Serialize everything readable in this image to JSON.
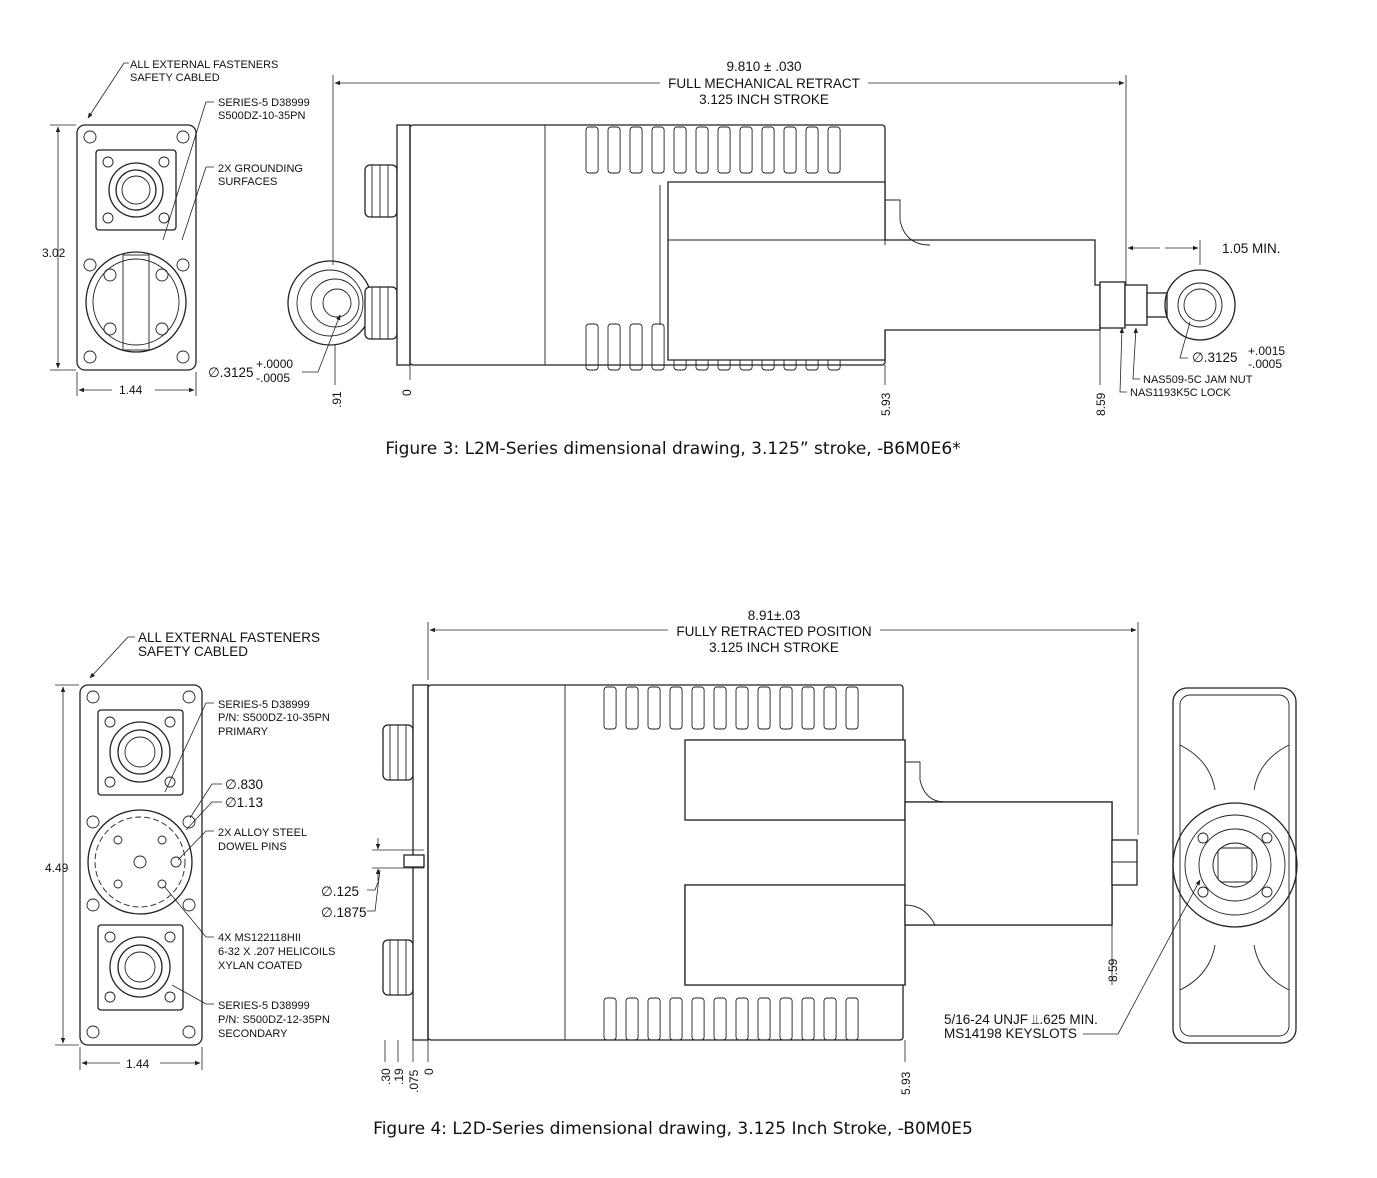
{
  "fig3": {
    "caption": "Figure 3: L2M-Series dimensional drawing, 3.125” stroke, -B6M0E6*",
    "callout_fasteners": [
      "ALL EXTERNAL FASTENERS",
      "SAFETY CABLED"
    ],
    "callout_connector": [
      "SERIES-5 D38999",
      "S500DZ-10-35PN"
    ],
    "callout_grounding": [
      "2X GROUNDING",
      "SURFACES"
    ],
    "height_dim": "3.02",
    "width_dim": "1.44",
    "overall_dim": [
      "9.810 ± .030",
      "FULL MECHANICAL RETRACT",
      "3.125 INCH STROKE"
    ],
    "min_dim": "1.05 MIN.",
    "rear_bore": [
      "∅.3125",
      "+.0000",
      "-.0005"
    ],
    "rod_bore": [
      "∅.3125",
      "+.0015",
      "-.0005"
    ],
    "jam_nut": "NAS509-5C JAM NUT",
    "lock": "NAS1193K5C LOCK",
    "ordinate_labels": [
      ".91",
      "0",
      "5.93",
      "8.59"
    ]
  },
  "fig4": {
    "caption": "Figure 4: L2D-Series dimensional drawing, 3.125 Inch Stroke, -B0M0E5",
    "callout_fasteners": [
      "ALL EXTERNAL FASTENERS",
      "SAFETY CABLED"
    ],
    "callout_primary": [
      "SERIES-5 D38999",
      "P/N: S500DZ-10-35PN",
      "PRIMARY"
    ],
    "dia_830": "∅.830",
    "dia_113": "∅1.13",
    "callout_dowel": [
      "2X ALLOY STEEL",
      "DOWEL PINS"
    ],
    "callout_helicoil": [
      "4X MS122118HII",
      "6-32 X .207 HELICOILS",
      "XYLAN COATED"
    ],
    "callout_secondary": [
      "SERIES-5 D38999",
      "P/N: S500DZ-12-35PN",
      "SECONDARY"
    ],
    "height_dim": "4.49",
    "width_dim": "1.44",
    "dia_125": "∅.125",
    "dia_1875": "∅.1875",
    "overall_dim": [
      "8.91±.03",
      "FULLY RETRACTED POSITION",
      "3.125 INCH STROKE"
    ],
    "keyslot": [
      "5/16-24 UNJF ⫫.625 MIN.",
      "MS14198 KEYSLOTS"
    ],
    "ordinate_labels": [
      ".30",
      ".19",
      ".075",
      "0",
      "5.93",
      "8.59"
    ]
  },
  "colors": {
    "line": "#222222",
    "text": "#111111",
    "background": "#ffffff"
  }
}
